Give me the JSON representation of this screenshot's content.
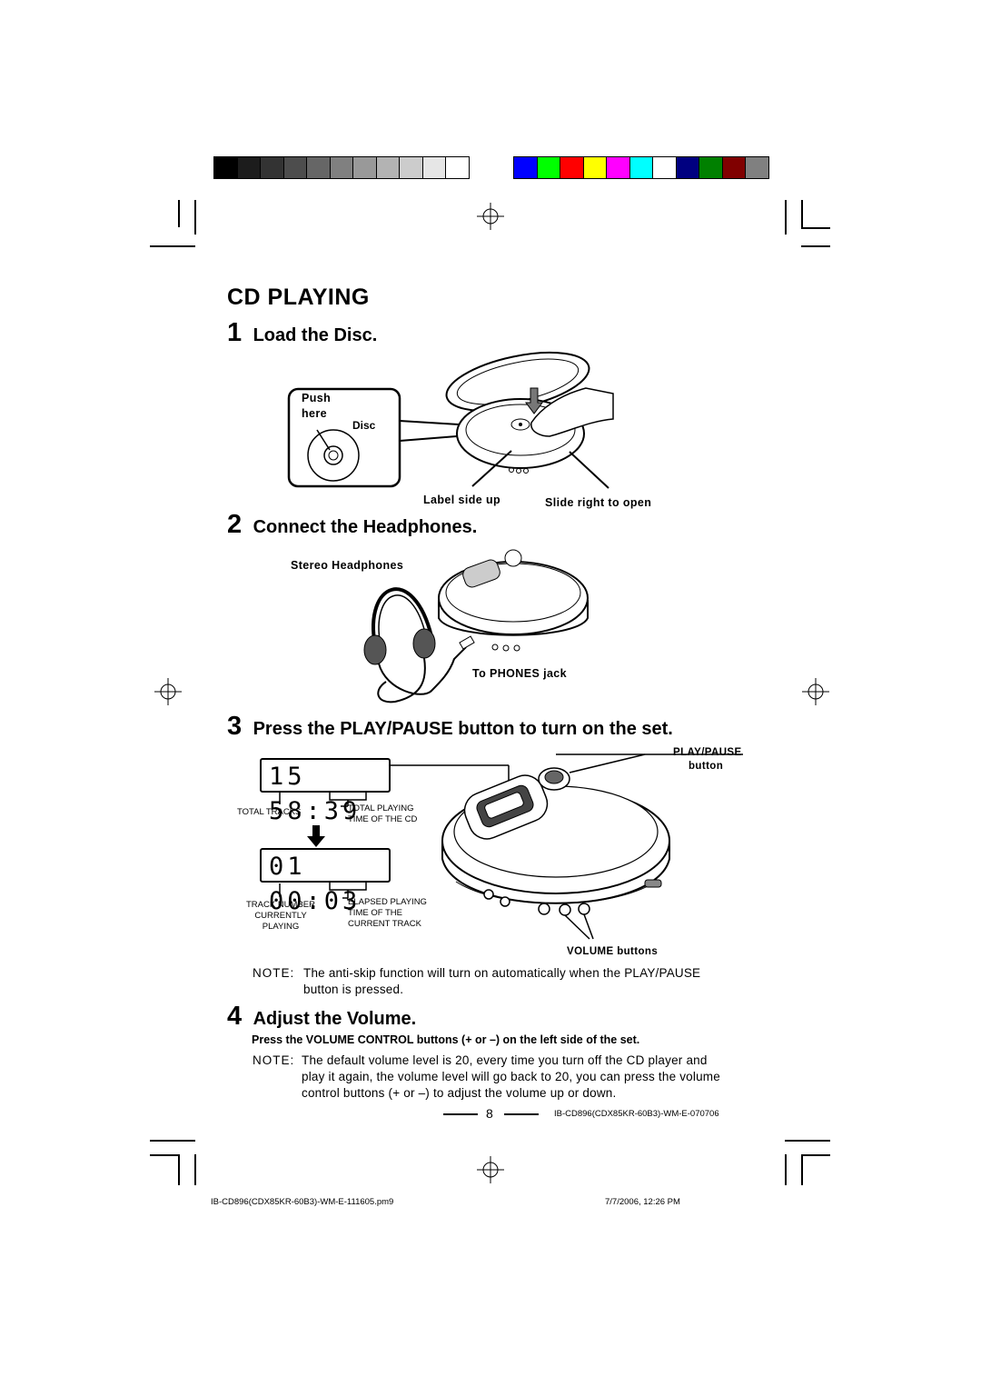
{
  "color_bar": {
    "grays": [
      "#000000",
      "#1c1c1c",
      "#333333",
      "#4d4d4d",
      "#666666",
      "#808080",
      "#999999",
      "#b3b3b3",
      "#cccccc",
      "#e6e6e6",
      "#ffffff"
    ],
    "colors": [
      "#0000ff",
      "#00ff00",
      "#ff0000",
      "#ffff00",
      "#ff00ff",
      "#00ffff",
      "#ffffff",
      "#000080",
      "#008000",
      "#800000",
      "#808080"
    ]
  },
  "heading": "CD PLAYING",
  "steps": [
    {
      "number": "1",
      "label": "Load the Disc."
    },
    {
      "number": "2",
      "label": "Connect the Headphones."
    },
    {
      "number": "3",
      "label": "Press the PLAY/PAUSE button to turn on the set."
    },
    {
      "number": "4",
      "label": "Adjust the Volume."
    }
  ],
  "fig1": {
    "push_here": "Push\nhere",
    "disc": "Disc",
    "label_side_up": "Label side up",
    "slide_right": "Slide right to open"
  },
  "fig2": {
    "stereo_headphones": "Stereo Headphones",
    "phones_jack": "To PHONES jack"
  },
  "fig3": {
    "lcd_top": "15 58:39",
    "lcd_bottom": "01 00:03",
    "total_tracks": "TOTAL TRACKS",
    "total_playing": "TOTAL PLAYING\nTIME OF THE CD",
    "track_number": "TRACK NUMBER\nCURRENTLY\nPLAYING",
    "elapsed_playing": "ELAPSED PLAYING\nTIME OF THE\nCURRENT TRACK",
    "play_pause_label": "PLAY/PAUSE",
    "play_pause_sub": "button",
    "volume_buttons": "VOLUME buttons"
  },
  "note1": {
    "prefix": "NOTE:",
    "line1": "The anti-skip function will turn on automatically when the PLAY/PAUSE",
    "line2": "button is pressed."
  },
  "volume_instruction": "Press the VOLUME CONTROL buttons (+ or –) on the left side of the set.",
  "note2": {
    "prefix": "NOTE:",
    "line1": "The default volume level is 20, every time you turn off the CD player and",
    "line2": "play it again, the volume level will go back to 20, you can press the volume",
    "line3": "control buttons (+ or –) to adjust the volume up or down."
  },
  "footer": {
    "page_number": "8",
    "doc_code": "IB-CD896(CDX85KR-60B3)-WM-E-070706",
    "file_name": "IB-CD896(CDX85KR-60B3)-WM-E-111605.pm9",
    "timestamp": "7/7/2006, 12:26 PM"
  }
}
